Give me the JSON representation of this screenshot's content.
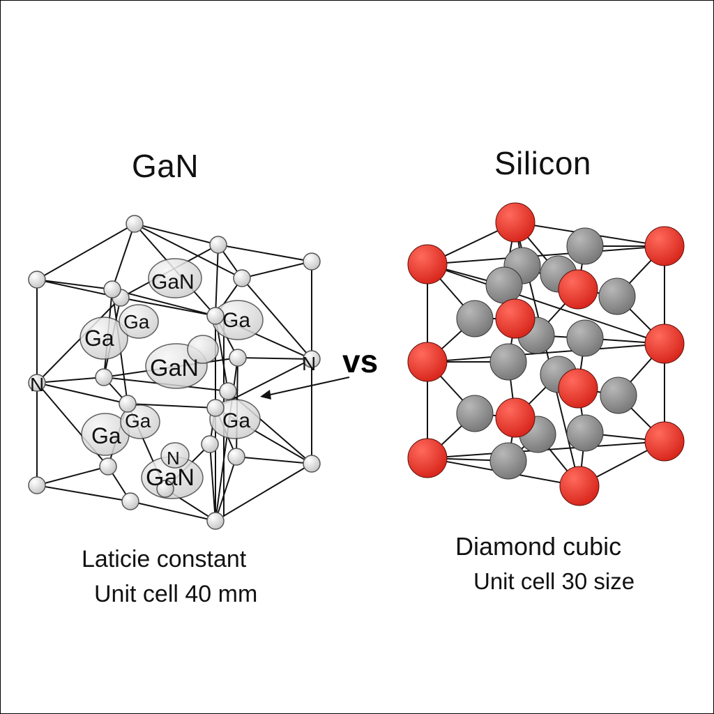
{
  "left_panel": {
    "title": "GaN",
    "caption_line1": "Laticie constant",
    "caption_line2": "Unit cell 40 mm",
    "atom_labels": {
      "ga_n_top": "GaN",
      "ga_left": "Ga",
      "ga_mid_top": "Ga",
      "ga_right_top": "Ga",
      "gan_center": "GaN",
      "n_left": "N",
      "n_right": "N",
      "ga_left_bottom": "Ga",
      "ga_mid_bottom": "Ga",
      "ga_right_bottom": "Ga",
      "n_bottom": "N",
      "gan_bottom": "GaN"
    }
  },
  "right_panel": {
    "title": "Silicon",
    "caption_line1": "Diamond cubic",
    "caption_line2": "Unit cell 30 size"
  },
  "vs_label": "vs",
  "colors": {
    "red_atom": "#d9281e",
    "gray_atom": "#7a7a7a",
    "white_atom": "#f2f2f2",
    "bond": "#111111"
  }
}
